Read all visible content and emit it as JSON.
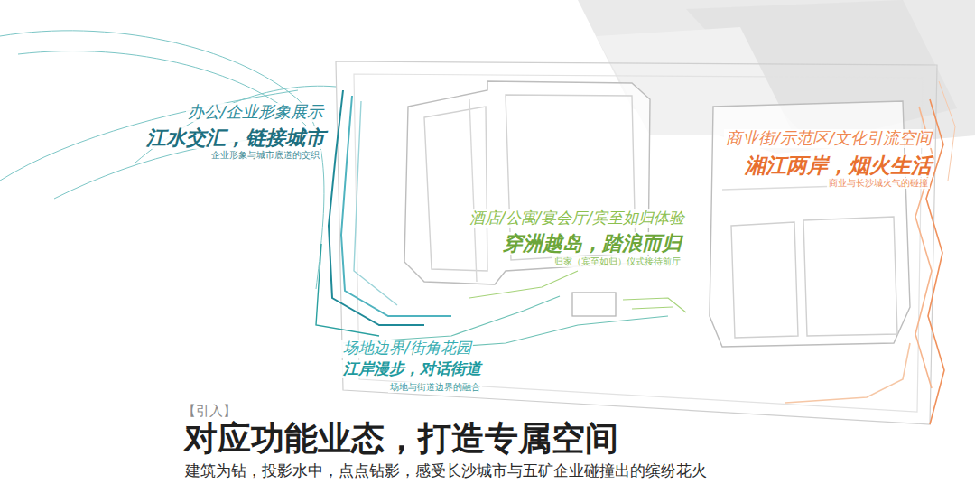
{
  "diagram": {
    "title": "对应功能业态，打造专属空间",
    "caption": "建筑为钻，投影水中，点点钻影，感受长沙城市与五矿企业碰撞出的缤纷花火",
    "labels": [
      "办公/企业形象展示",
      "江水交汇，链接城市",
      "企业形象与城市底道的交织",
      "商业街/示范区/文化引流空间",
      "湘江两岸，烟火生活",
      "商业与长沙城火气的碰撞",
      "酒店/公寓/宴会厅/宾至如归体验",
      "穿洲越岛，踏浪而归",
      "归家（宾至如归）仪式接待前厅",
      "场地边界/街角花园",
      "江岸漫步，对话街道",
      "场地与街道边界的融合",
      "【引入】"
    ]
  }
}
